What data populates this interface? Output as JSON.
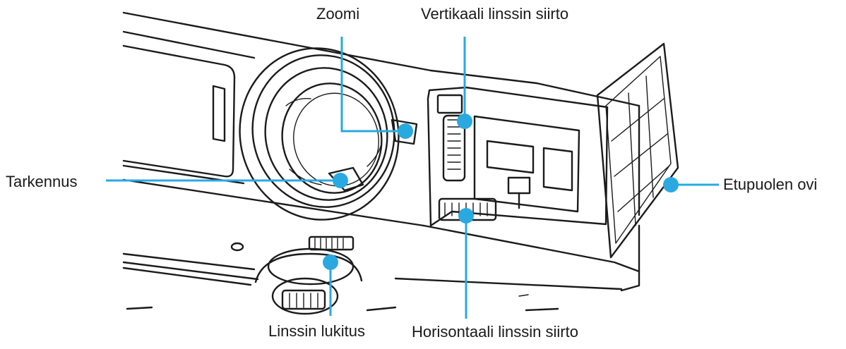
{
  "accent_color": "#29a9e0",
  "labels": {
    "zoom": "Zoomi",
    "vertical_shift": "Vertikaali linssin siirto",
    "focus": "Tarkennus",
    "front_door": "Etupuolen ovi",
    "lens_lock": "Linssin lukitus",
    "horizontal_shift": "Horisontaali linssin siirto"
  }
}
